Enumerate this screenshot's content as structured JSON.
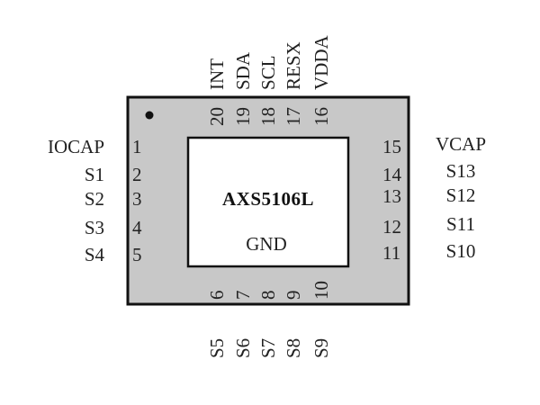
{
  "chip": {
    "name": "AXS5106L",
    "ground_label": "GND",
    "body_color": "#c8c8c8",
    "outline_color": "#111111",
    "die_color": "#ffffff",
    "pin1_marker": "dot"
  },
  "pins": {
    "left": [
      {
        "num": "1",
        "name": "IOCAP"
      },
      {
        "num": "2",
        "name": "S1"
      },
      {
        "num": "3",
        "name": "S2"
      },
      {
        "num": "4",
        "name": "S3"
      },
      {
        "num": "5",
        "name": "S4"
      }
    ],
    "bottom": [
      {
        "num": "6",
        "name": "S5"
      },
      {
        "num": "7",
        "name": "S6"
      },
      {
        "num": "8",
        "name": "S7"
      },
      {
        "num": "9",
        "name": "S8"
      },
      {
        "num": "10",
        "name": "S9"
      }
    ],
    "right": [
      {
        "num": "11",
        "name": "S10"
      },
      {
        "num": "12",
        "name": "S11"
      },
      {
        "num": "13",
        "name": "S12"
      },
      {
        "num": "14",
        "name": "S13"
      },
      {
        "num": "15",
        "name": "VCAP"
      }
    ],
    "top": [
      {
        "num": "16",
        "name": "VDDA"
      },
      {
        "num": "17",
        "name": "RESX"
      },
      {
        "num": "18",
        "name": "SCL"
      },
      {
        "num": "19",
        "name": "SDA"
      },
      {
        "num": "20",
        "name": "INT"
      }
    ]
  }
}
